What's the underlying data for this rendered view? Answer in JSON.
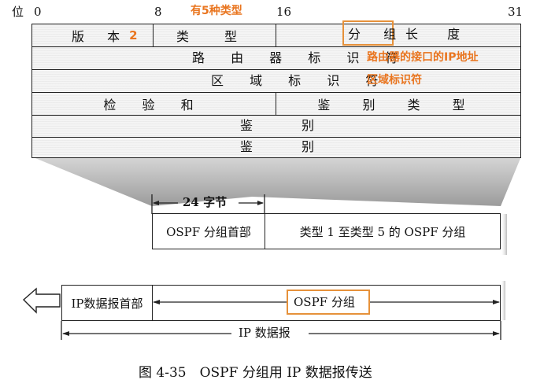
{
  "header": {
    "pos_label": "位",
    "bit_0": "0",
    "bit_8": "8",
    "bit_16": "16",
    "bit_31": "31",
    "annotation_type": "有5种类型"
  },
  "table": {
    "row1": {
      "version": "版 本",
      "version_value": "2",
      "type": "类 型",
      "packet_part": "分 组",
      "length_part": "长 度"
    },
    "row2": {
      "router_id": "路 由 器 标 识 符",
      "annotation": "路由器的接口的IP地址"
    },
    "row3": {
      "area_id": "区 域 标 识 符",
      "annotation": "区域标识符"
    },
    "row4": {
      "checksum": "检 验 和",
      "auth_type": "鉴 别 类 型"
    },
    "row5": {
      "auth_left": "鉴",
      "auth_right": "别"
    },
    "row6": {
      "auth_left": "鉴",
      "auth_right": "别"
    }
  },
  "ospf_packet": {
    "size_label": "24 字节",
    "header": "OSPF 分组首部",
    "body": "类型 1 至类型 5 的 OSPF 分组"
  },
  "ip_datagram": {
    "header": "IP数据报首部",
    "payload": "OSPF 分组",
    "label": "IP 数据报"
  },
  "caption": "图 4-35　OSPF 分组用 IP 数据报传送",
  "colors": {
    "annotation": "#e9751f",
    "highlight_border": "#e6913a"
  }
}
